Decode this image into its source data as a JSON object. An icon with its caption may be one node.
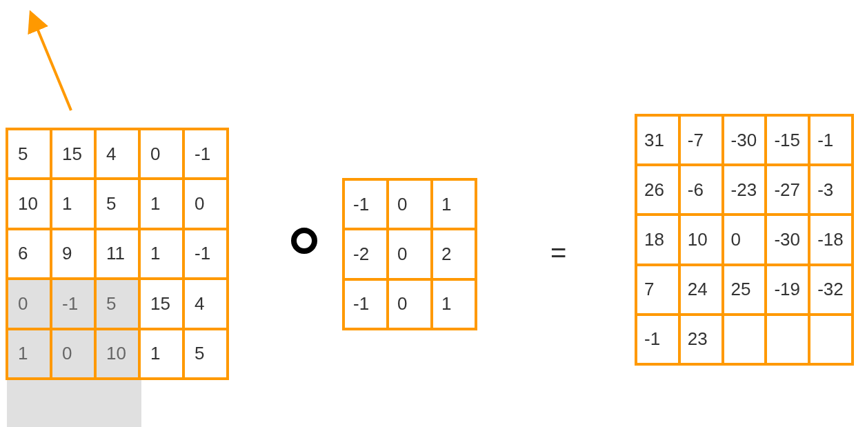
{
  "diagram": {
    "labels": [
      "5",
      "15",
      "4",
      "0",
      "-1",
      "10",
      "1",
      "5",
      "1",
      "0",
      "6",
      "9",
      "11",
      "1",
      "-1",
      "0",
      "-1",
      "5",
      "15",
      "4",
      "1",
      "0",
      "10",
      "1",
      "5",
      "-1",
      "0",
      "1",
      "-2",
      "0",
      "2",
      "-1",
      "0",
      "1",
      "=",
      "31",
      "-7",
      "-30",
      "-15",
      "-1",
      "26",
      "-6",
      "-23",
      "-27",
      "-3",
      "18",
      "10",
      "0",
      "-30",
      "-18",
      "7",
      "24",
      "25",
      "-19",
      "-32",
      "-1",
      "23"
    ]
  }
}
